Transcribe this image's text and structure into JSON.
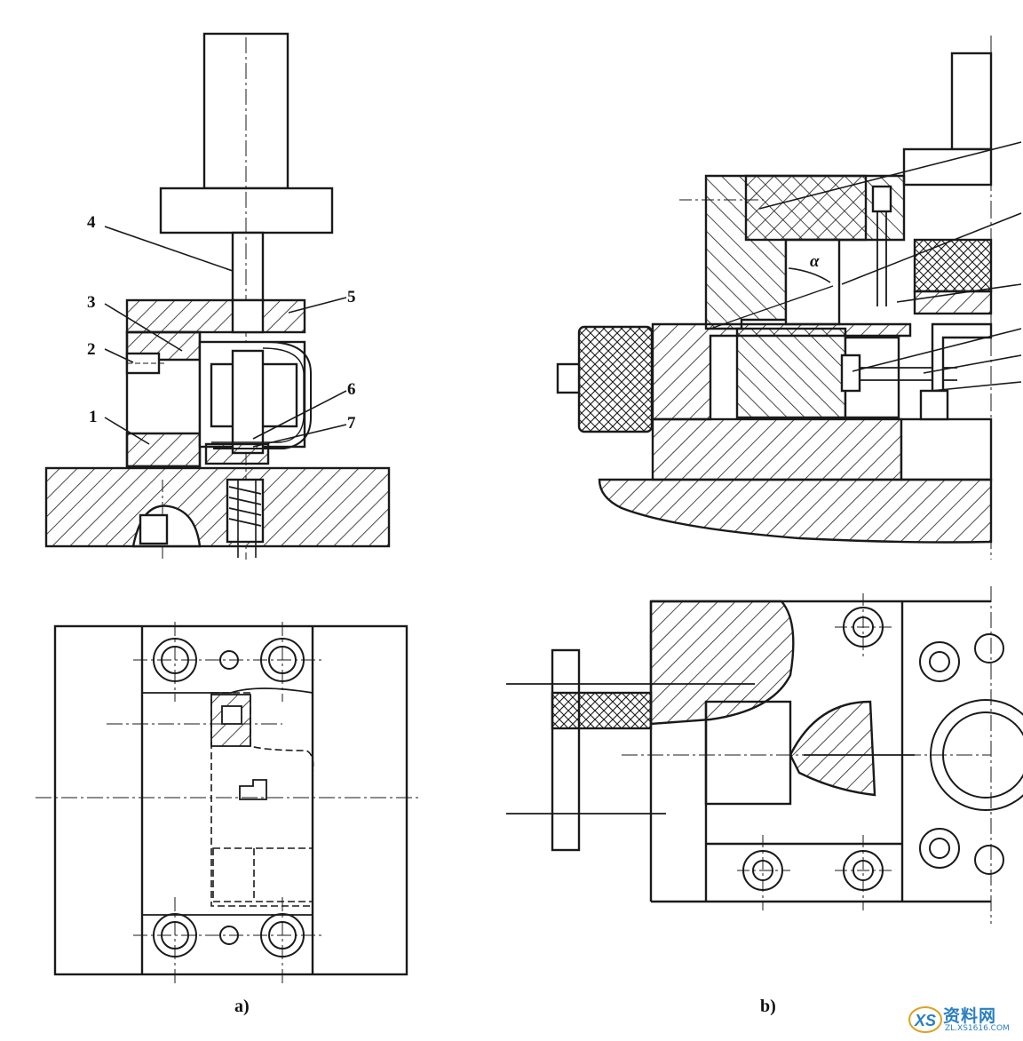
{
  "figure": {
    "caption_a": "a)",
    "caption_b": "b)",
    "part_labels": [
      "1",
      "2",
      "3",
      "4",
      "5",
      "6",
      "7"
    ],
    "alpha_label": "α"
  },
  "watermark": {
    "text": "资料网",
    "url": "ZL.XS1616.COM",
    "icon": "xs-logo-icon"
  },
  "colors": {
    "line": "#1a1a1a",
    "background": "#ffffff",
    "watermark": "#2a7fc0"
  }
}
